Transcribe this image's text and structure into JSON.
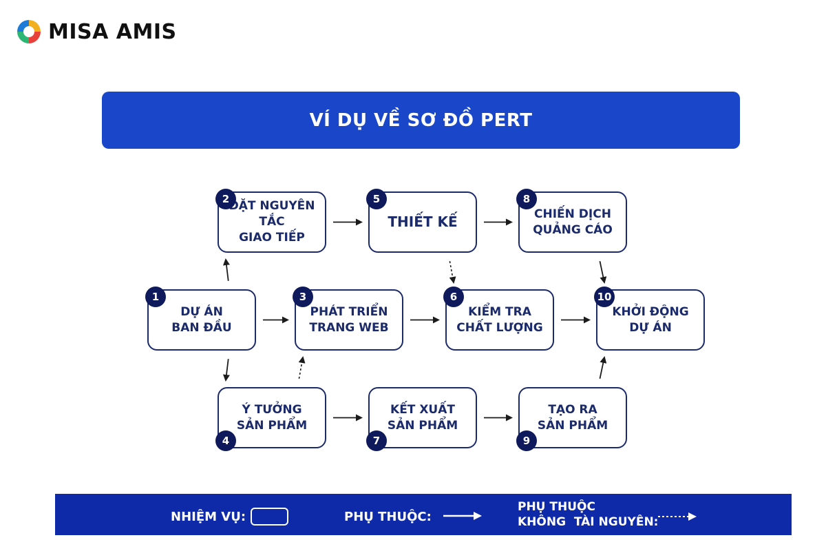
{
  "brand": {
    "name": "MISA AMIS",
    "icon": "circular-logo-icon"
  },
  "title": "VÍ DỤ VỀ SƠ ĐỒ PERT",
  "colors": {
    "title_bg": "#1a47c9",
    "node_border": "#1b2a6b",
    "badge_bg": "#0f1a5c",
    "legend_bg": "#0f2aa8"
  },
  "nodes": [
    {
      "id": "1",
      "label": "DỰ ÁN\nBAN ĐẦU"
    },
    {
      "id": "2",
      "label": "ĐẶT NGUYÊN TẮC\nGIAO TIẾP"
    },
    {
      "id": "3",
      "label": "PHÁT TRIỂN\nTRANG WEB"
    },
    {
      "id": "4",
      "label": "Ý TƯỞNG\nSẢN PHẨM"
    },
    {
      "id": "5",
      "label": "THIẾT KẾ"
    },
    {
      "id": "6",
      "label": "KIỂM TRA\nCHẤT LƯỢNG"
    },
    {
      "id": "7",
      "label": "KẾT XUẤT\nSẢN PHẨM"
    },
    {
      "id": "8",
      "label": "CHIẾN DỊCH\nQUẢNG CÁO"
    },
    {
      "id": "9",
      "label": "TẠO RA\nSẢN PHẨM"
    },
    {
      "id": "10",
      "label": "KHỞI ĐỘNG\nDỰ ÁN"
    }
  ],
  "edges": [
    {
      "from": "1",
      "to": "2",
      "style": "solid"
    },
    {
      "from": "1",
      "to": "3",
      "style": "solid"
    },
    {
      "from": "1",
      "to": "4",
      "style": "solid"
    },
    {
      "from": "2",
      "to": "5",
      "style": "solid"
    },
    {
      "from": "3",
      "to": "6",
      "style": "solid"
    },
    {
      "from": "4",
      "to": "7",
      "style": "solid"
    },
    {
      "from": "4",
      "to": "3",
      "style": "dotted"
    },
    {
      "from": "5",
      "to": "8",
      "style": "solid"
    },
    {
      "from": "5",
      "to": "6",
      "style": "dotted"
    },
    {
      "from": "6",
      "to": "10",
      "style": "solid"
    },
    {
      "from": "7",
      "to": "9",
      "style": "solid"
    },
    {
      "from": "8",
      "to": "10",
      "style": "solid"
    },
    {
      "from": "9",
      "to": "10",
      "style": "solid"
    }
  ],
  "legend": {
    "task_label": "NHIỆM VỤ:",
    "dependency_label": "PHỤ THUỘC:",
    "nonresource_line1": "PHỤ THUỘC",
    "nonresource_line2": "KHÔNG  TÀI NGUYÊN:"
  }
}
